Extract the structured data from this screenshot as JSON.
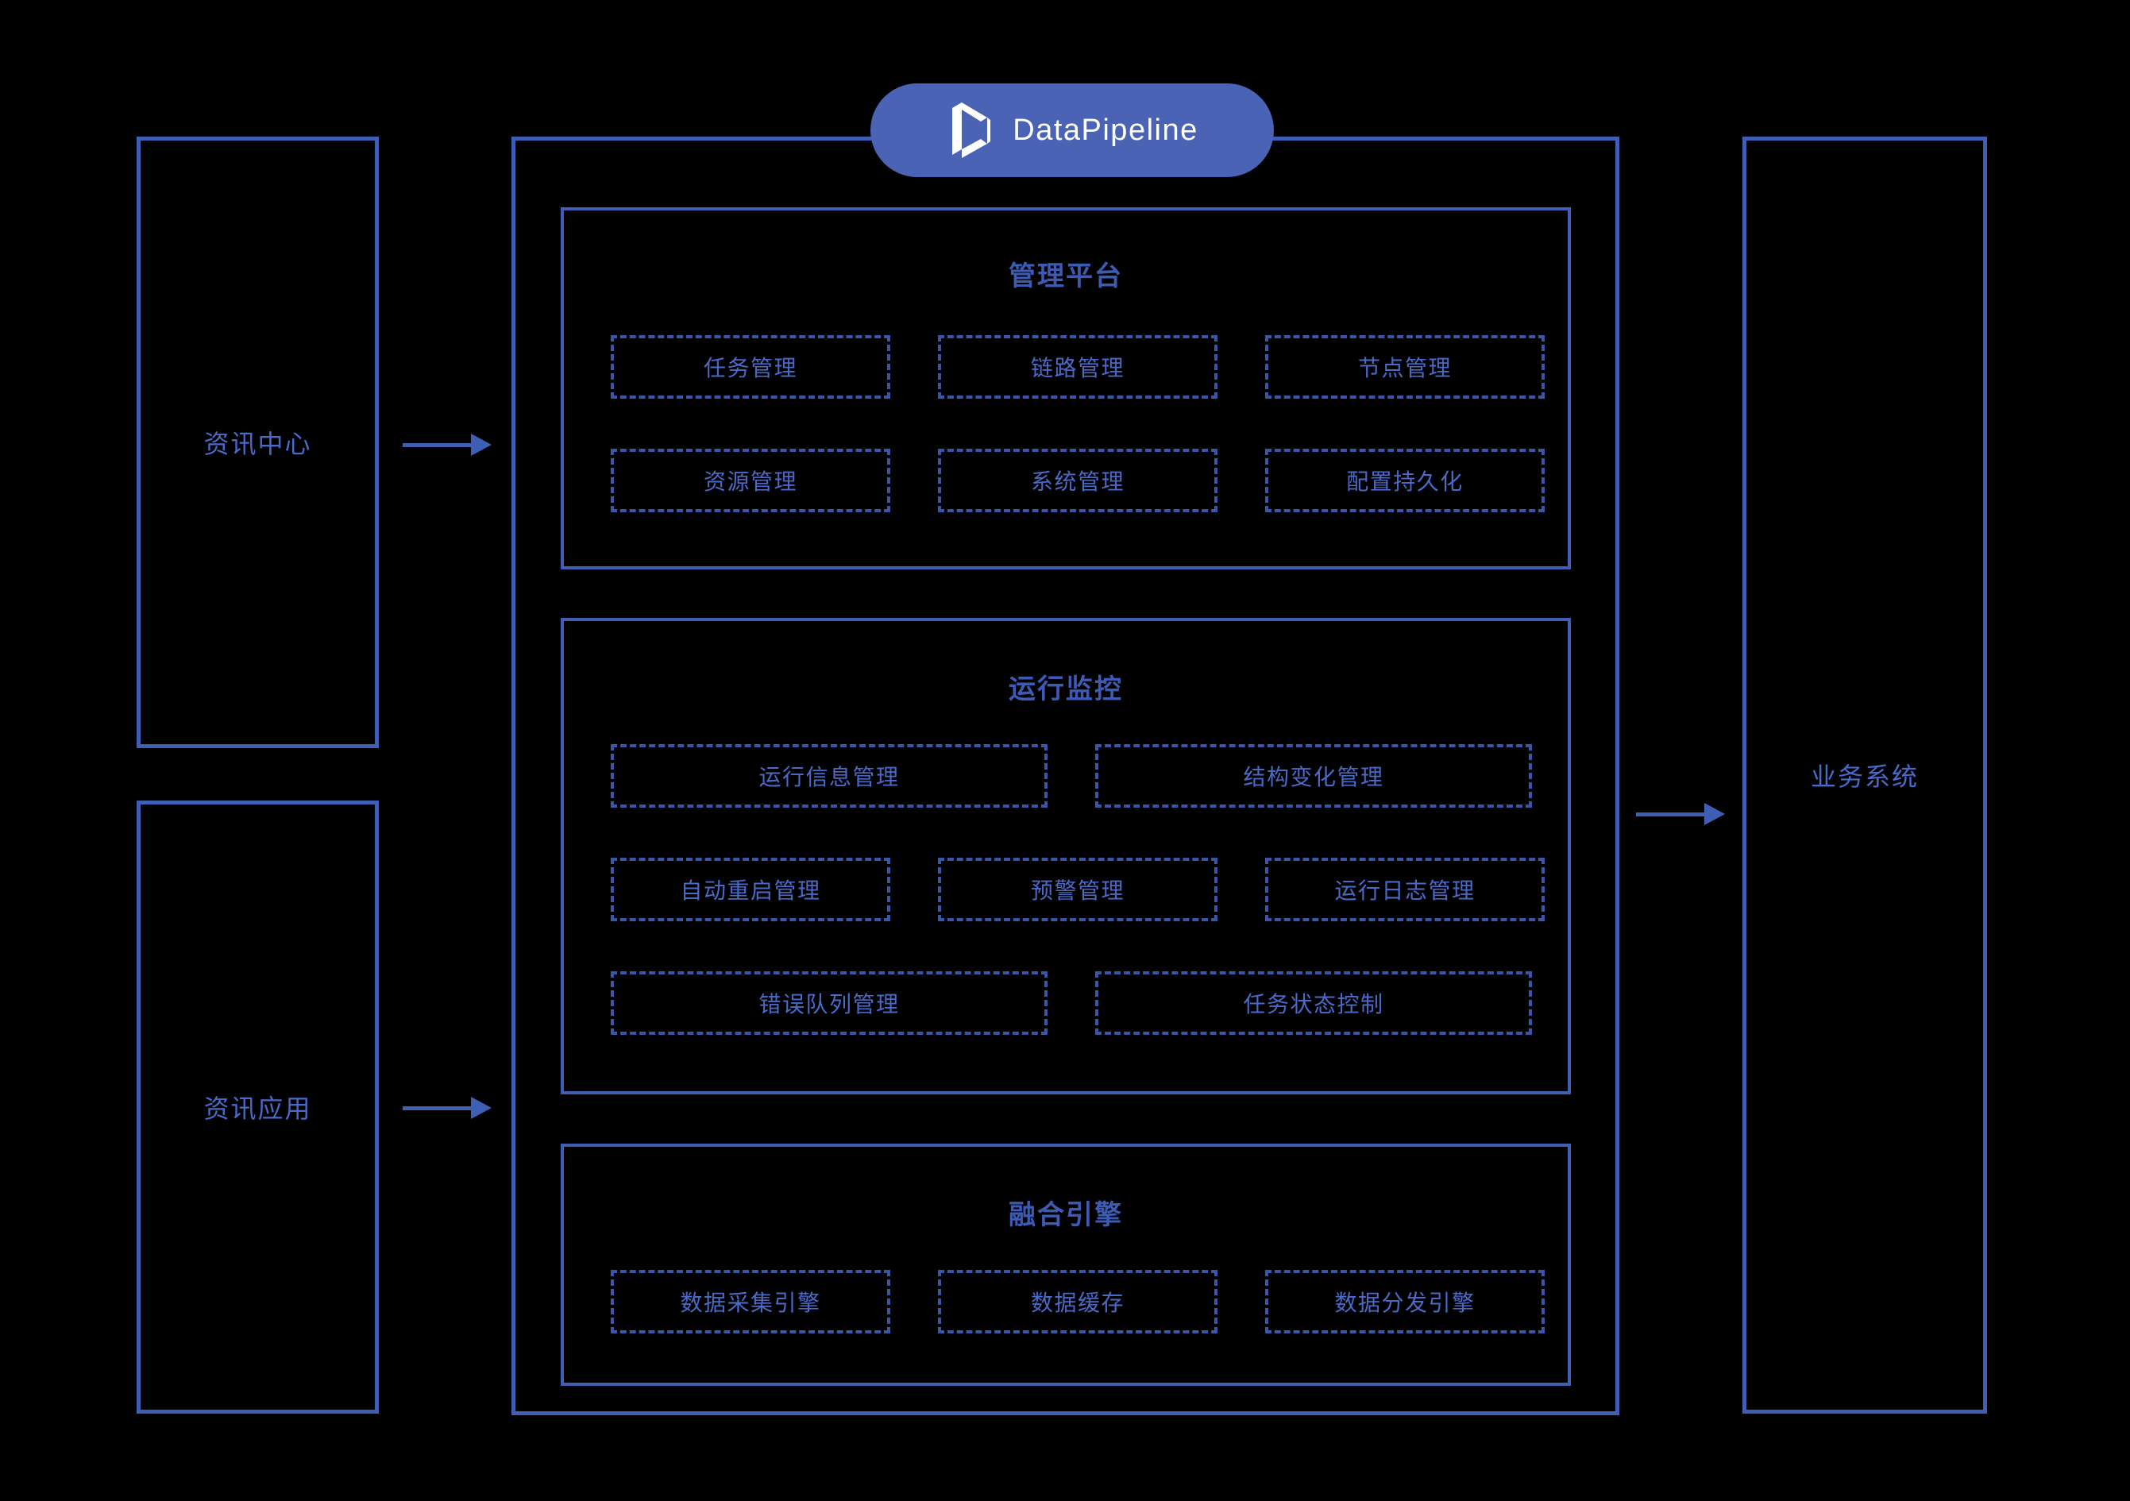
{
  "brand": {
    "name": "DataPipeline",
    "logo_icon": "datapipeline-prism-icon",
    "pill_color": "#4a63b4"
  },
  "colors": {
    "background": "#000000",
    "border": "#3f5fb5",
    "dashed_border": "#3a56a8",
    "title_text": "#3d5bb5",
    "label_text": "#4a6ac8",
    "brand_text": "#ffffff"
  },
  "left_panels": [
    {
      "label": "资讯中心"
    },
    {
      "label": "资讯应用"
    }
  ],
  "right_panels": [
    {
      "label": "业务系统"
    }
  ],
  "arrows": [
    {
      "name": "info-center-to-platform",
      "direction": "right"
    },
    {
      "name": "info-app-to-platform",
      "direction": "right"
    },
    {
      "name": "platform-to-business",
      "direction": "right"
    }
  ],
  "sections": [
    {
      "title": "管理平台",
      "rows": [
        [
          "任务管理",
          "链路管理",
          "节点管理"
        ],
        [
          "资源管理",
          "系统管理",
          "配置持久化"
        ]
      ]
    },
    {
      "title": "运行监控",
      "rows": [
        [
          "运行信息管理",
          "结构变化管理"
        ],
        [
          "自动重启管理",
          "预警管理",
          "运行日志管理"
        ],
        [
          "错误队列管理",
          "任务状态控制"
        ]
      ]
    },
    {
      "title": "融合引擎",
      "rows": [
        [
          "数据采集引擎",
          "数据缓存",
          "数据分发引擎"
        ]
      ]
    }
  ]
}
